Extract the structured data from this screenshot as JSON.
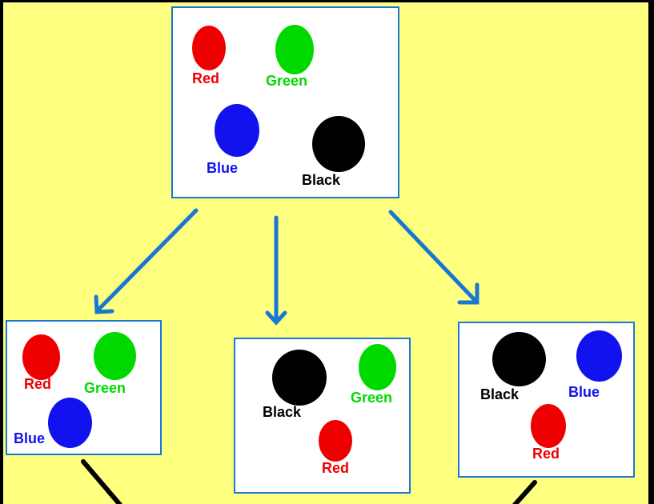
{
  "canvas": {
    "background": "#FFFF80",
    "frame_color": "#000000"
  },
  "style": {
    "box_border": "#1777D3",
    "arrow": "#1777D3",
    "branch_line": "#000000"
  },
  "colors": {
    "red": "#EE0000",
    "green": "#00D900",
    "blue": "#1212EE",
    "black": "#000000"
  },
  "nodes": {
    "root": {
      "balls": [
        {
          "color": "red",
          "label": "Red"
        },
        {
          "color": "green",
          "label": "Green"
        },
        {
          "color": "blue",
          "label": "Blue"
        },
        {
          "color": "black",
          "label": "Black"
        }
      ]
    },
    "left": {
      "balls": [
        {
          "color": "red",
          "label": "Red"
        },
        {
          "color": "green",
          "label": "Green"
        },
        {
          "color": "blue",
          "label": "Blue"
        }
      ]
    },
    "middle": {
      "balls": [
        {
          "color": "black",
          "label": "Black"
        },
        {
          "color": "green",
          "label": "Green"
        },
        {
          "color": "red",
          "label": "Red"
        }
      ]
    },
    "right": {
      "balls": [
        {
          "color": "black",
          "label": "Black"
        },
        {
          "color": "blue",
          "label": "Blue"
        },
        {
          "color": "red",
          "label": "Red"
        }
      ]
    }
  }
}
